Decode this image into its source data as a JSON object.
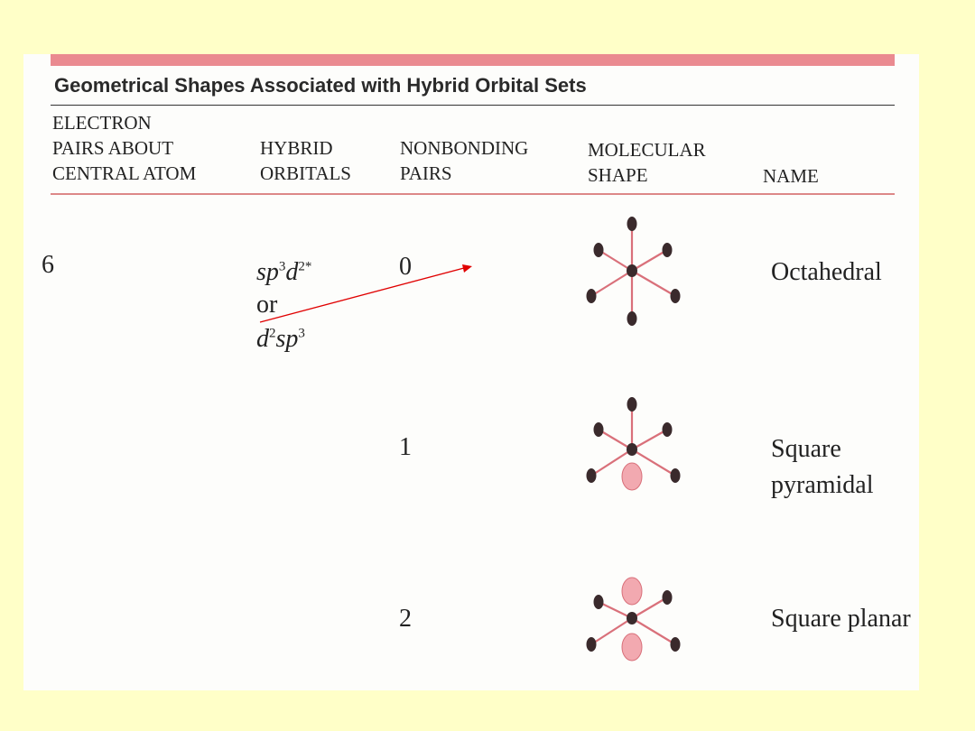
{
  "title": "Geometrical Shapes Associated with Hybrid Orbital Sets",
  "columns": {
    "pairs": [
      "ELECTRON",
      "PAIRS ABOUT",
      "CENTRAL ATOM"
    ],
    "hybrid": [
      "HYBRID",
      "ORBITALS"
    ],
    "nonbonding": [
      "NONBONDING",
      "PAIRS"
    ],
    "shape": [
      "MOLECULAR",
      "SHAPE"
    ],
    "name": "NAME"
  },
  "electron_pairs": "6",
  "hybrid_orbitals": {
    "first_base": "sp",
    "first_sup1": "3",
    "first_mid": "d",
    "first_sup2": "2*",
    "or": "or",
    "second_base": "d",
    "second_sup1": "2",
    "second_mid": "sp",
    "second_sup2": "3"
  },
  "rows": [
    {
      "nonbonding": "0",
      "name_lines": [
        "Octahedral"
      ]
    },
    {
      "nonbonding": "1",
      "name_lines": [
        "Square",
        "pyramidal"
      ]
    },
    {
      "nonbonding": "2",
      "name_lines": [
        "Square planar"
      ]
    }
  ],
  "colors": {
    "slide_background": "#FFFFC8",
    "bond": "#d9707a",
    "atom": "#3a2a2c",
    "lone_pair": "#f2a9b0",
    "arrow": "#e00000"
  }
}
